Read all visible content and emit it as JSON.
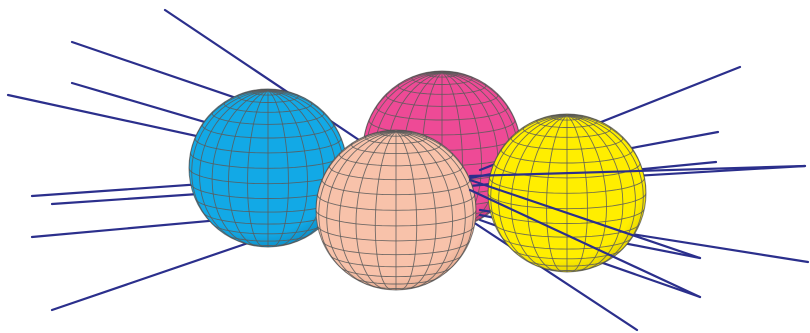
{
  "scene": {
    "spheres": [
      {
        "name": "sphere-blue",
        "color": "#12a9e6",
        "shade": "#0b86bd"
      },
      {
        "name": "sphere-pink",
        "color": "#ee4a96",
        "shade": "#c8337a"
      },
      {
        "name": "sphere-yellow",
        "color": "#ffee00",
        "shade": "#d9c800"
      },
      {
        "name": "sphere-peach",
        "color": "#f8c2aa",
        "shade": "#e2a68b"
      }
    ],
    "ray_color": "#2b2f8c",
    "grid_color": "#5b5b5b",
    "background": "#ffffff"
  }
}
